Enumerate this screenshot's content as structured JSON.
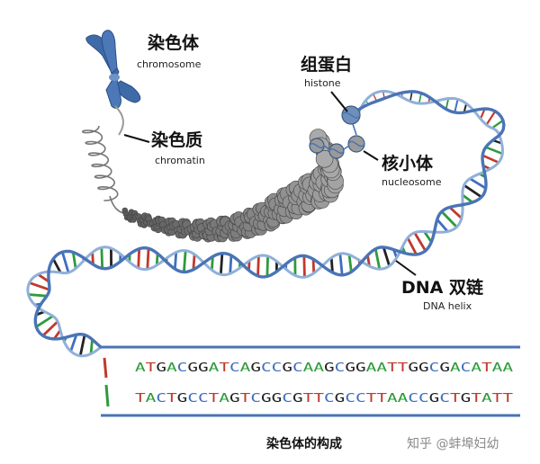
{
  "labels": {
    "chromosome": {
      "cn": "染色体",
      "en": "chromosome"
    },
    "chromatin": {
      "cn": "染色质",
      "en": "chromatin"
    },
    "histone": {
      "cn": "组蛋白",
      "en": "histone"
    },
    "nucleosome": {
      "cn": "核小体",
      "en": "nucleosome"
    },
    "dna_helix": {
      "cn": "DNA 双链",
      "en": "DNA helix"
    }
  },
  "sequence": {
    "top": "ATGACGGATCAGCCGCAAGCGGAATTGGCGACATAA",
    "bottom": "TACTGCCTAGTCGGCGTTCGCCTTAACCGCTGTATT"
  },
  "caption": "染色体的构成",
  "watermark": "知乎 @蚌埠妇幼",
  "colors": {
    "backbone": "#4a74b5",
    "backbone_light": "#8fb0d8",
    "chromosome": "#3f6aa8",
    "bead": "#8f8f8f",
    "histone": "#6f8fb8",
    "base_A": "#2d9b3a",
    "base_T": "#c0392b",
    "base_G": "#222222",
    "base_C": "#3f6fc0"
  }
}
